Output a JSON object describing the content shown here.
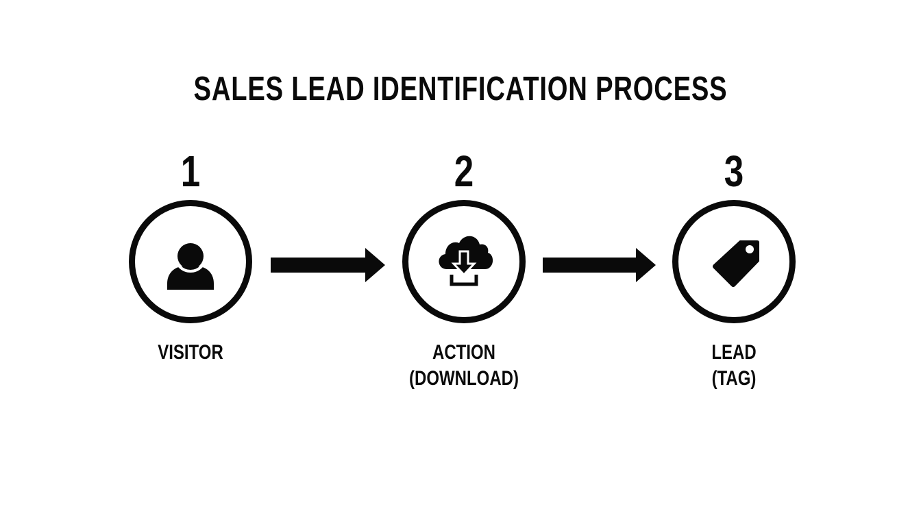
{
  "title": "SALES LEAD IDENTIFICATION PROCESS",
  "steps": [
    {
      "number": "1",
      "icon": "person-icon",
      "label_line1": "VISITOR",
      "label_line2": ""
    },
    {
      "number": "2",
      "icon": "cloud-download-icon",
      "label_line1": "ACTION",
      "label_line2": "(DOWNLOAD)"
    },
    {
      "number": "3",
      "icon": "tag-icon",
      "label_line1": "LEAD",
      "label_line2": "(TAG)"
    }
  ],
  "connectors": [
    {
      "from": "1",
      "to": "2",
      "icon": "arrow-right-icon"
    },
    {
      "from": "2",
      "to": "3",
      "icon": "arrow-right-icon"
    }
  ],
  "colors": {
    "foreground": "#0a0a0a",
    "background": "#ffffff"
  }
}
